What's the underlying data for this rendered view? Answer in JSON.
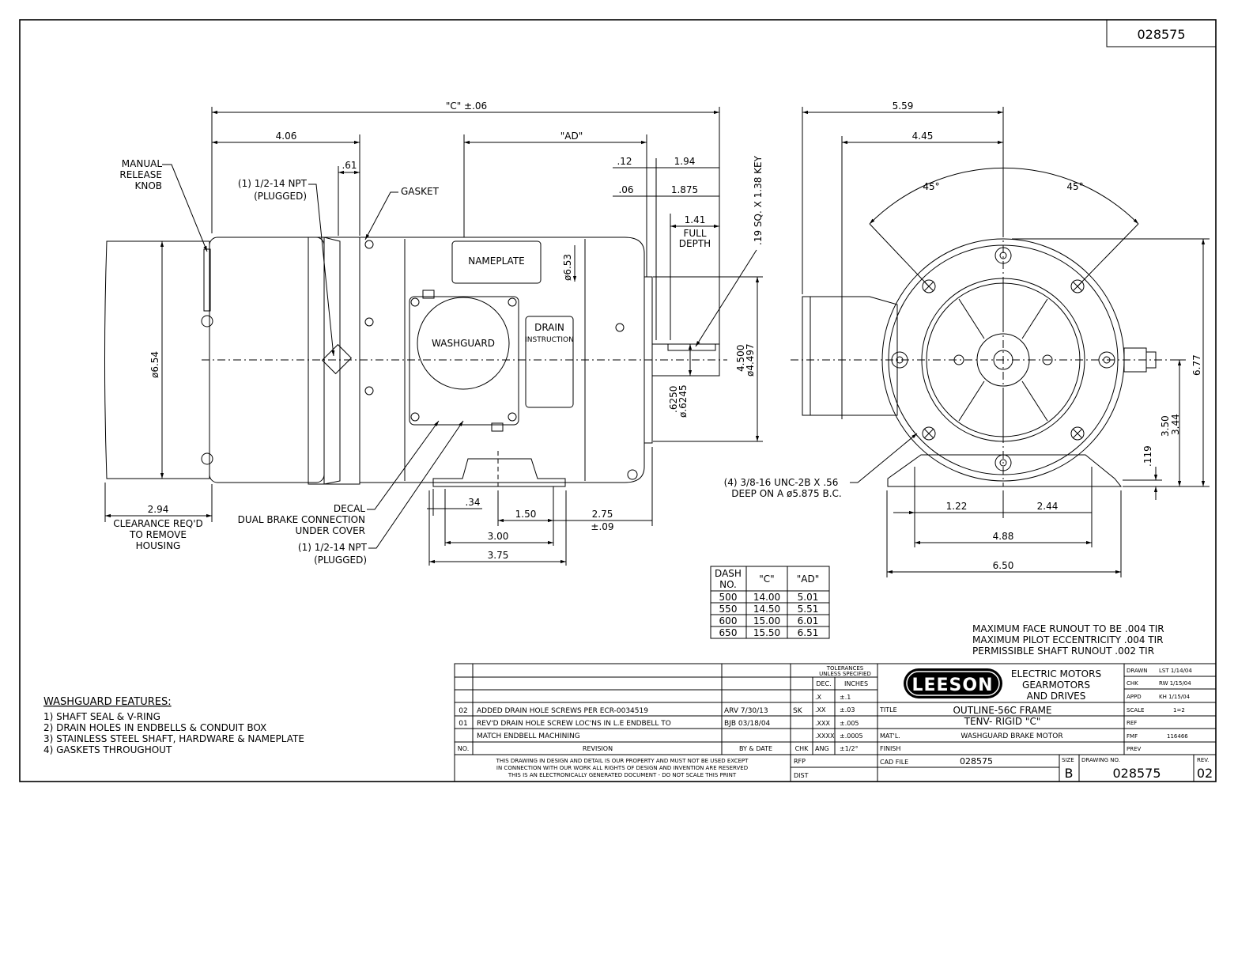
{
  "top_drawing_number": "028575",
  "side_view": {
    "dim_c": "\"C\" ±.06",
    "dim_406": "4.06",
    "dim_ad": "\"AD\"",
    "dim_061": ".61",
    "dim_012": ".12",
    "dim_194": "1.94",
    "dim_006": ".06",
    "dim_1875": "1.875",
    "dim_141": "1.41",
    "full_depth": [
      "FULL",
      "DEPTH"
    ],
    "key": ".19 SQ. X 1.38 KEY",
    "manual_release_knob": [
      "MANUAL",
      "RELEASE",
      "KNOB"
    ],
    "npt_top": [
      "(1) 1/2-14 NPT",
      "(PLUGGED)"
    ],
    "gasket": "GASKET",
    "nameplate": "NAMEPLATE",
    "washguard": "WASHGUARD",
    "drain_instruction": [
      "DRAIN",
      "INSTRUCTION"
    ],
    "dia_653": "ø6.53",
    "dia_654": "ø6.54",
    "shaft_dia": [
      ".6250",
      "ø.6245"
    ],
    "pilot_dia": [
      "4.500",
      "ø4.497"
    ],
    "dim_294": "2.94",
    "clearance": [
      "CLEARANCE REQ'D",
      "TO REMOVE",
      "HOUSING"
    ],
    "decal": [
      "DECAL",
      "DUAL BRAKE CONNECTION",
      "UNDER COVER"
    ],
    "npt_bottom": [
      "(1) 1/2-14 NPT",
      "(PLUGGED)"
    ],
    "dim_034": ".34",
    "dim_150": "1.50",
    "dim_275": [
      "2.75",
      "±.09"
    ],
    "dim_300": "3.00",
    "dim_375": "3.75"
  },
  "end_view": {
    "dim_559": "5.59",
    "dim_445": "4.45",
    "angle_left": "45°",
    "angle_right": "45°",
    "dim_677": "6.77",
    "dim_350": "3.50",
    "dim_344": "3.44",
    "dim_119": ".119",
    "bolt_note": [
      "(4) 3/8-16 UNC-2B X .56",
      "DEEP ON A ø5.875 B.C."
    ],
    "dim_122": "1.22",
    "dim_244": "2.44",
    "dim_488": "4.88",
    "dim_650": "6.50"
  },
  "dash_table": {
    "headers": [
      "DASH NO.",
      "\"C\"",
      "\"AD\""
    ],
    "rows": [
      [
        "500",
        "14.00",
        "5.01"
      ],
      [
        "550",
        "14.50",
        "5.51"
      ],
      [
        "600",
        "15.00",
        "6.01"
      ],
      [
        "650",
        "15.50",
        "6.51"
      ]
    ]
  },
  "runout_notes": [
    "MAXIMUM FACE RUNOUT TO BE .004 TIR",
    "MAXIMUM PILOT ECCENTRICITY .004 TIR",
    "PERMISSIBLE SHAFT RUNOUT .002 TIR"
  ],
  "washguard_features": {
    "title": "WASHGUARD FEATURES:",
    "items": [
      "1) SHAFT SEAL & V-RING",
      "2) DRAIN HOLES IN ENDBELLS & CONDUIT BOX",
      "3) STAINLESS STEEL SHAFT, HARDWARE & NAMEPLATE",
      "4) GASKETS THROUGHOUT"
    ]
  },
  "title_block": {
    "revisions": [
      {
        "no": "02",
        "text": "ADDED DRAIN HOLE SCREWS PER ECR-0034519",
        "by": "ARV  7/30/13",
        "chk": "SK"
      },
      {
        "no": "01",
        "text": "REV'D DRAIN HOLE SCREW LOC'NS IN L.E ENDBELL TO",
        "by": "BJB  03/18/04",
        "chk": ""
      },
      {
        "no": "",
        "text": "MATCH ENDBELL MACHINING",
        "by": "",
        "chk": ""
      }
    ],
    "rev_headers": {
      "no": "NO.",
      "revision": "REVISION",
      "by": "BY & DATE",
      "chk": "CHK"
    },
    "tolerances_title": [
      "TOLERANCES",
      "UNLESS SPECIFIED"
    ],
    "tol_headers": [
      "DEC.",
      "INCHES"
    ],
    "tolerances": [
      [
        ".X",
        "±.1"
      ],
      [
        ".XX",
        "±.03"
      ],
      [
        ".XXX",
        "±.005"
      ],
      [
        ".XXXX",
        "±.0005"
      ],
      [
        "ANG",
        "±1/2°"
      ]
    ],
    "disclaimer": [
      "THIS DRAWING IN DESIGN AND DETAIL IS OUR PROPERTY AND MUST NOT BE USED EXCEPT",
      "IN CONNECTION WITH OUR WORK ALL RIGHTS OF DESIGN AND INVENTION ARE RESERVED",
      "THIS IS AN ELECTRONICALLY GENERATED DOCUMENT - DO NOT SCALE THIS PRINT"
    ],
    "rfp": "RFP",
    "dist": "DIST",
    "logo": "LEESON",
    "company": [
      "ELECTRIC MOTORS",
      "GEARMOTORS",
      "AND DRIVES"
    ],
    "title_label": "TITLE",
    "title": [
      "OUTLINE-56C FRAME",
      "TENV- RIGID \"C\""
    ],
    "matl_label": "MAT'L.",
    "matl": "WASHGUARD BRAKE MOTOR",
    "finish_label": "FINISH",
    "cad_file_label": "CAD FILE",
    "cad_file": "028575",
    "size_label": "SIZE",
    "size": "B",
    "drawing_no_label": "DRAWING NO.",
    "drawing_no": "028575",
    "rev_label": "REV.",
    "rev": "02",
    "right_fields": [
      [
        "DRAWN",
        "LST 1/14/04"
      ],
      [
        "CHK",
        "RW 1/15/04"
      ],
      [
        "APPD",
        "KH 1/15/04"
      ],
      [
        "SCALE",
        "1=2"
      ],
      [
        "REF",
        ""
      ],
      [
        "FMF",
        "116466"
      ],
      [
        "PREV",
        ""
      ]
    ]
  }
}
